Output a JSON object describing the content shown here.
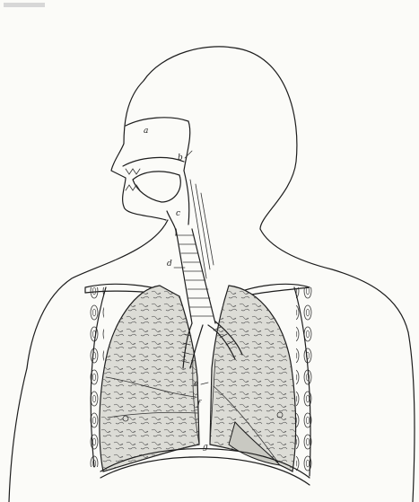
{
  "labels": {
    "a": "a",
    "b": "b",
    "c": "c",
    "d": "d",
    "e": "e",
    "f": "f",
    "g": "g"
  },
  "colors": {
    "ink": "#1d1d1d",
    "lung_fill": "#dcdcd6",
    "paper": "#fbfbf8"
  }
}
